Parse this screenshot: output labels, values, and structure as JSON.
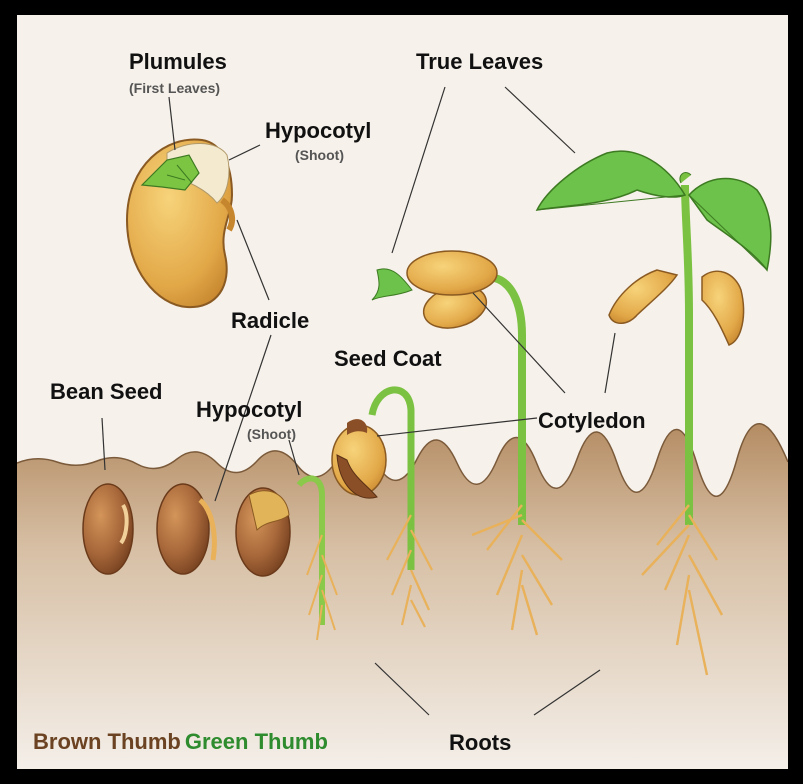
{
  "labels": {
    "plumules": "Plumules",
    "plumules_sub": "(First Leaves)",
    "hypocotyl_top": "Hypocotyl",
    "hypocotyl_top_sub": "(Shoot)",
    "true_leaves": "True Leaves",
    "radicle": "Radicle",
    "seed_coat": "Seed Coat",
    "bean_seed": "Bean Seed",
    "hypocotyl_bottom": "Hypocotyl",
    "hypocotyl_bottom_sub": "(Shoot)",
    "cotyledon": "Cotyledon",
    "roots": "Roots"
  },
  "brand": {
    "brown_part": "Brown Thumb",
    "green_part": "Green Thumb",
    "brown_color": "#6b4322",
    "green_color": "#2e8b2e"
  },
  "colors": {
    "sky": "#f6f1ea",
    "soil_top": "#b9936b",
    "soil_bottom": "#f3ede6",
    "stem": "#7cc242",
    "leaf": "#6cc24a",
    "seed_brown": "#a8683a",
    "cotyledon": "#e2a848",
    "root": "#e8b15a"
  }
}
